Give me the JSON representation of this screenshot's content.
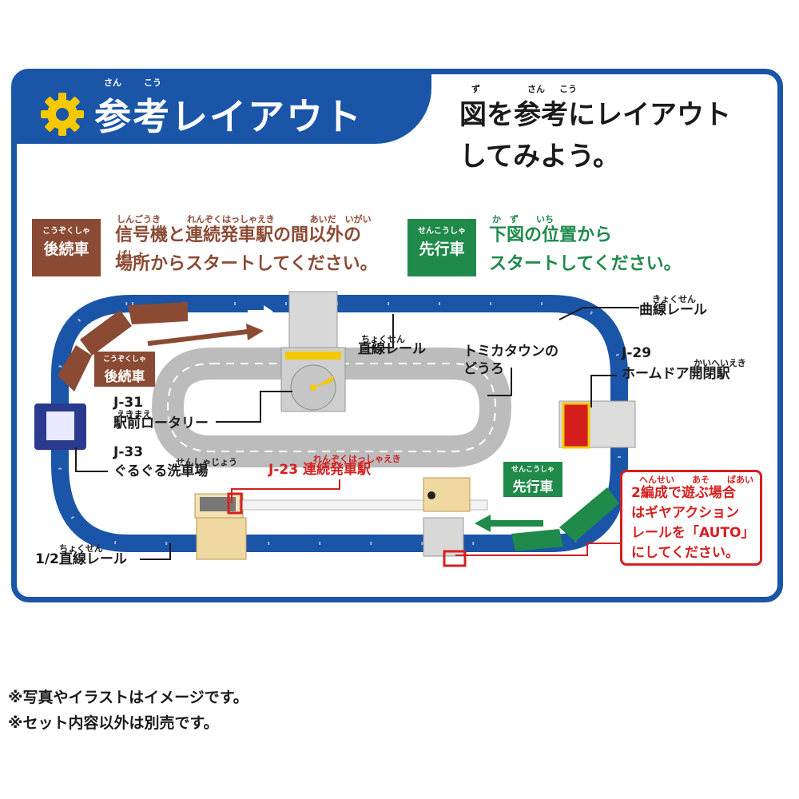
{
  "header": {
    "title": "参考レイアウト",
    "title_ruby_1": "さん",
    "title_ruby_2": "こう",
    "intro_line1": "図を参考にレイアウト",
    "intro_line2": "してみよう。",
    "intro_ruby_1": "ず",
    "intro_ruby_2": "さん",
    "intro_ruby_3": "こう"
  },
  "instructions": {
    "rear_badge_ruby": "こうぞくしゃ",
    "rear_badge": "後続車",
    "rear_ruby_line": "しんごうき　　　れんぞくはっしゃえき　　　　あいだ　いがい",
    "rear_line1": "信号機と連続発車駅の間以外の",
    "rear_ruby_line2": "ばしょ",
    "rear_line2": "場所からスタートしてください。",
    "lead_badge_ruby": "せんこうしゃ",
    "lead_badge": "先行車",
    "lead_ruby_line": "か　ず　　いち",
    "lead_line1": "下図の位置から",
    "lead_line2": "スタートしてください。"
  },
  "labels": {
    "curve_ruby": "きょくせん",
    "curve": "曲線レール",
    "straight_ruby": "ちょくせん",
    "straight": "直線レール",
    "road_line1": "トミカタウンの",
    "road_line2": "どうろ",
    "j29_code": "J-29",
    "j29_ruby": "かいへいえき",
    "j29": "ホームドア開閉駅",
    "rear_car_ruby": "こうぞくしゃ",
    "rear_car": "後続車",
    "j31_code": "J-31",
    "j31_ruby": "えきまえ",
    "j31": "駅前ロータリー",
    "j33_code": "J-33",
    "j33_ruby": "せんしゃじょう",
    "j33": "ぐるぐる洗車場",
    "j23_ruby": "れんぞくはっしゃえき",
    "j23": "J-23 連続発車駅",
    "lead_car_ruby": "せんこうしゃ",
    "lead_car": "先行車",
    "half_ruby": "ちょくせん",
    "half": "1/2直線レール"
  },
  "note": {
    "ruby": "へんせい　　あそ　　ばあい",
    "line1": "2編成で遊ぶ場合",
    "line2": "はギヤアクション",
    "line3": "レールを「AUTO」",
    "line4": "にしてください。"
  },
  "footer": {
    "line1": "※写真やイラストはイメージです。",
    "line2": "※セット内容以外は別売です。"
  },
  "colors": {
    "frame_blue": "#1a55a8",
    "rear_brown": "#8a4a33",
    "lead_green": "#1f8a4a",
    "accent_red": "#d42020",
    "gear_yellow": "#f5c800"
  }
}
